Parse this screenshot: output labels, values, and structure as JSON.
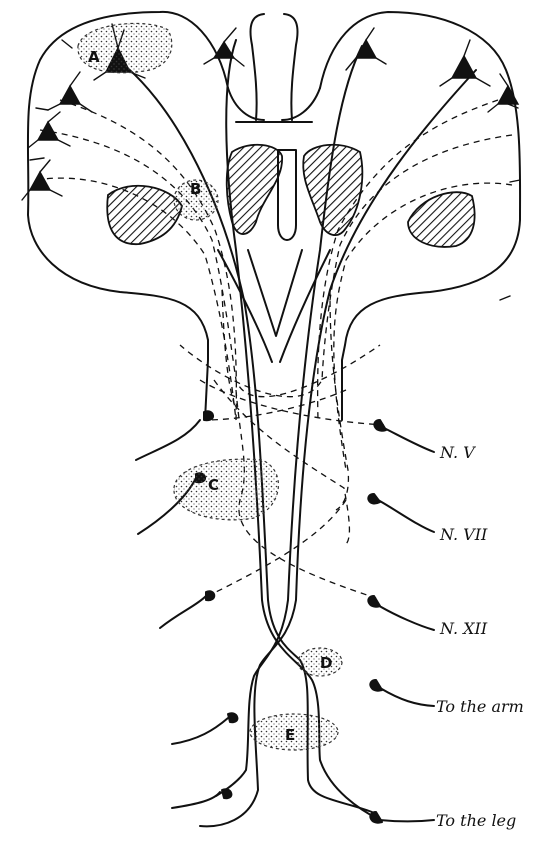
{
  "regions": {
    "a": "A",
    "b": "B",
    "c": "C",
    "d": "D",
    "e": "E"
  },
  "nerves": {
    "v": "N. V",
    "vii": "N. VII",
    "xii": "N. XII",
    "arm": "To the arm",
    "leg": "To the leg"
  }
}
